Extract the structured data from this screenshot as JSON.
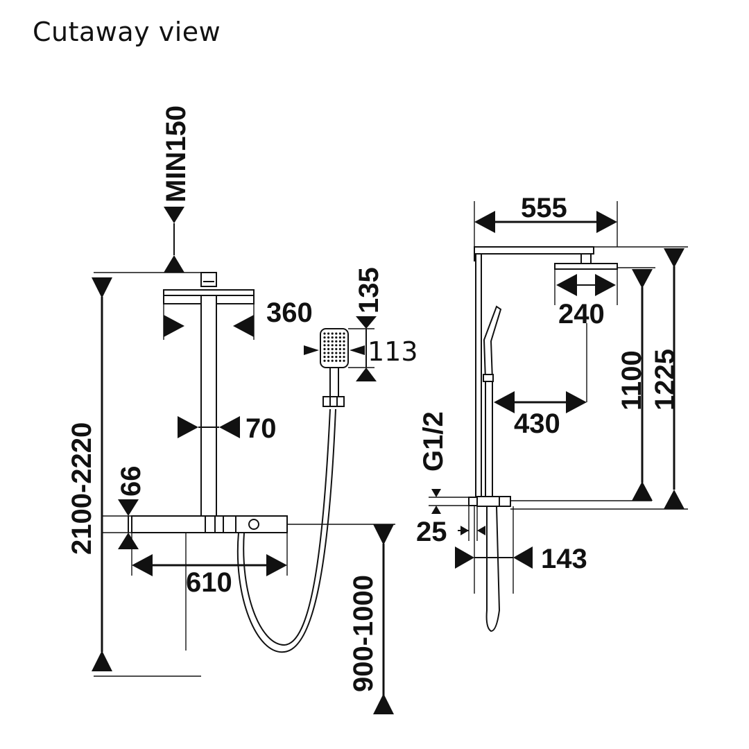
{
  "title": "Cutaway view",
  "dimensions": {
    "min_clearance": "MIN150",
    "height_range": "2100-2220",
    "head_diameter": "360",
    "pipe_width": "70",
    "hand_length": "135",
    "hand_width": "113",
    "bar_height": "66",
    "bar_length": "610",
    "bar_height_range": "900-1000",
    "arm_length": "555",
    "head_side": "240",
    "wall_offset": "430",
    "thread": "G1/2",
    "riser_height": "1100",
    "total_height": "1225",
    "connector": "25",
    "depth": "143"
  },
  "colors": {
    "line": "#111111",
    "background": "#ffffff"
  }
}
